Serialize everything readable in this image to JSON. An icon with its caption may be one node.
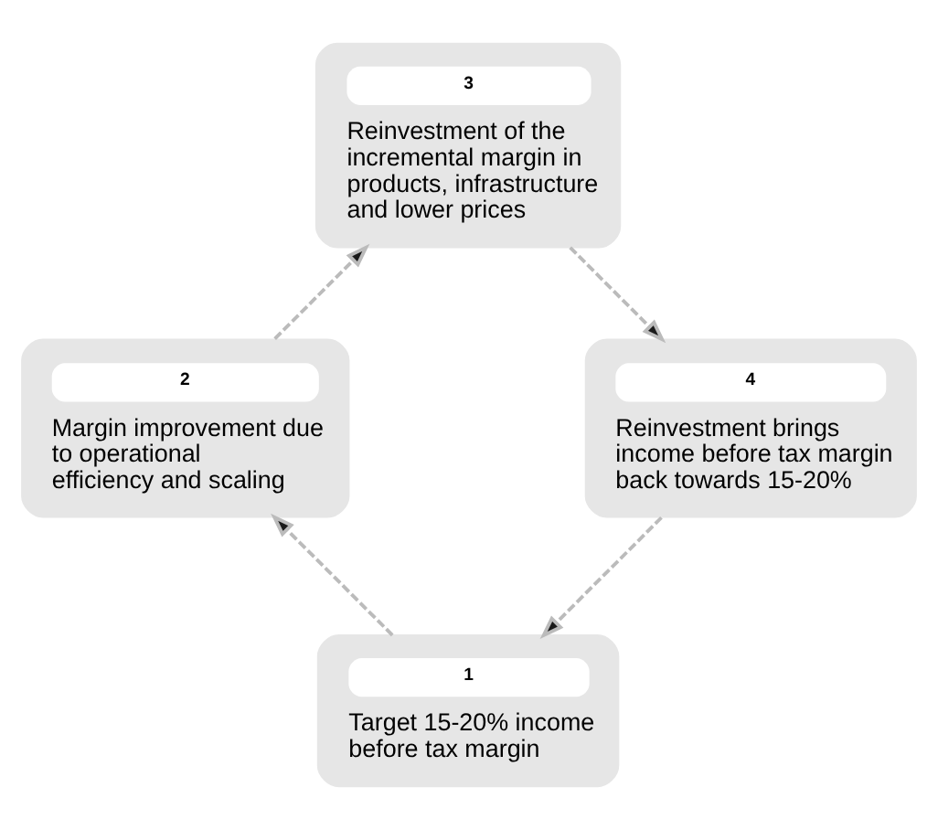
{
  "diagram": {
    "nodes": [
      {
        "text": [
          "1",
          "Target 15-20% income before tax margin"
        ]
      },
      {
        "text": [
          "2",
          "Margin improvement due to operational efficiency and scaling"
        ]
      },
      {
        "text": [
          "3",
          "Reinvestment of the incremental margin in products, infrastructure and lower prices"
        ]
      },
      {
        "text": [
          "4",
          "Reinvestment brings income before tax margin back towards 15-20%"
        ]
      }
    ],
    "edges": [
      {
        "from": 0,
        "to": 1,
        "arrow": "to",
        "style": "dashed"
      },
      {
        "from": 1,
        "to": 2,
        "arrow": "to",
        "style": "dashed"
      },
      {
        "from": 2,
        "to": 3,
        "arrow": "to",
        "style": "dashed"
      },
      {
        "from": 3,
        "to": 0,
        "arrow": "to",
        "style": "dashed"
      }
    ]
  }
}
